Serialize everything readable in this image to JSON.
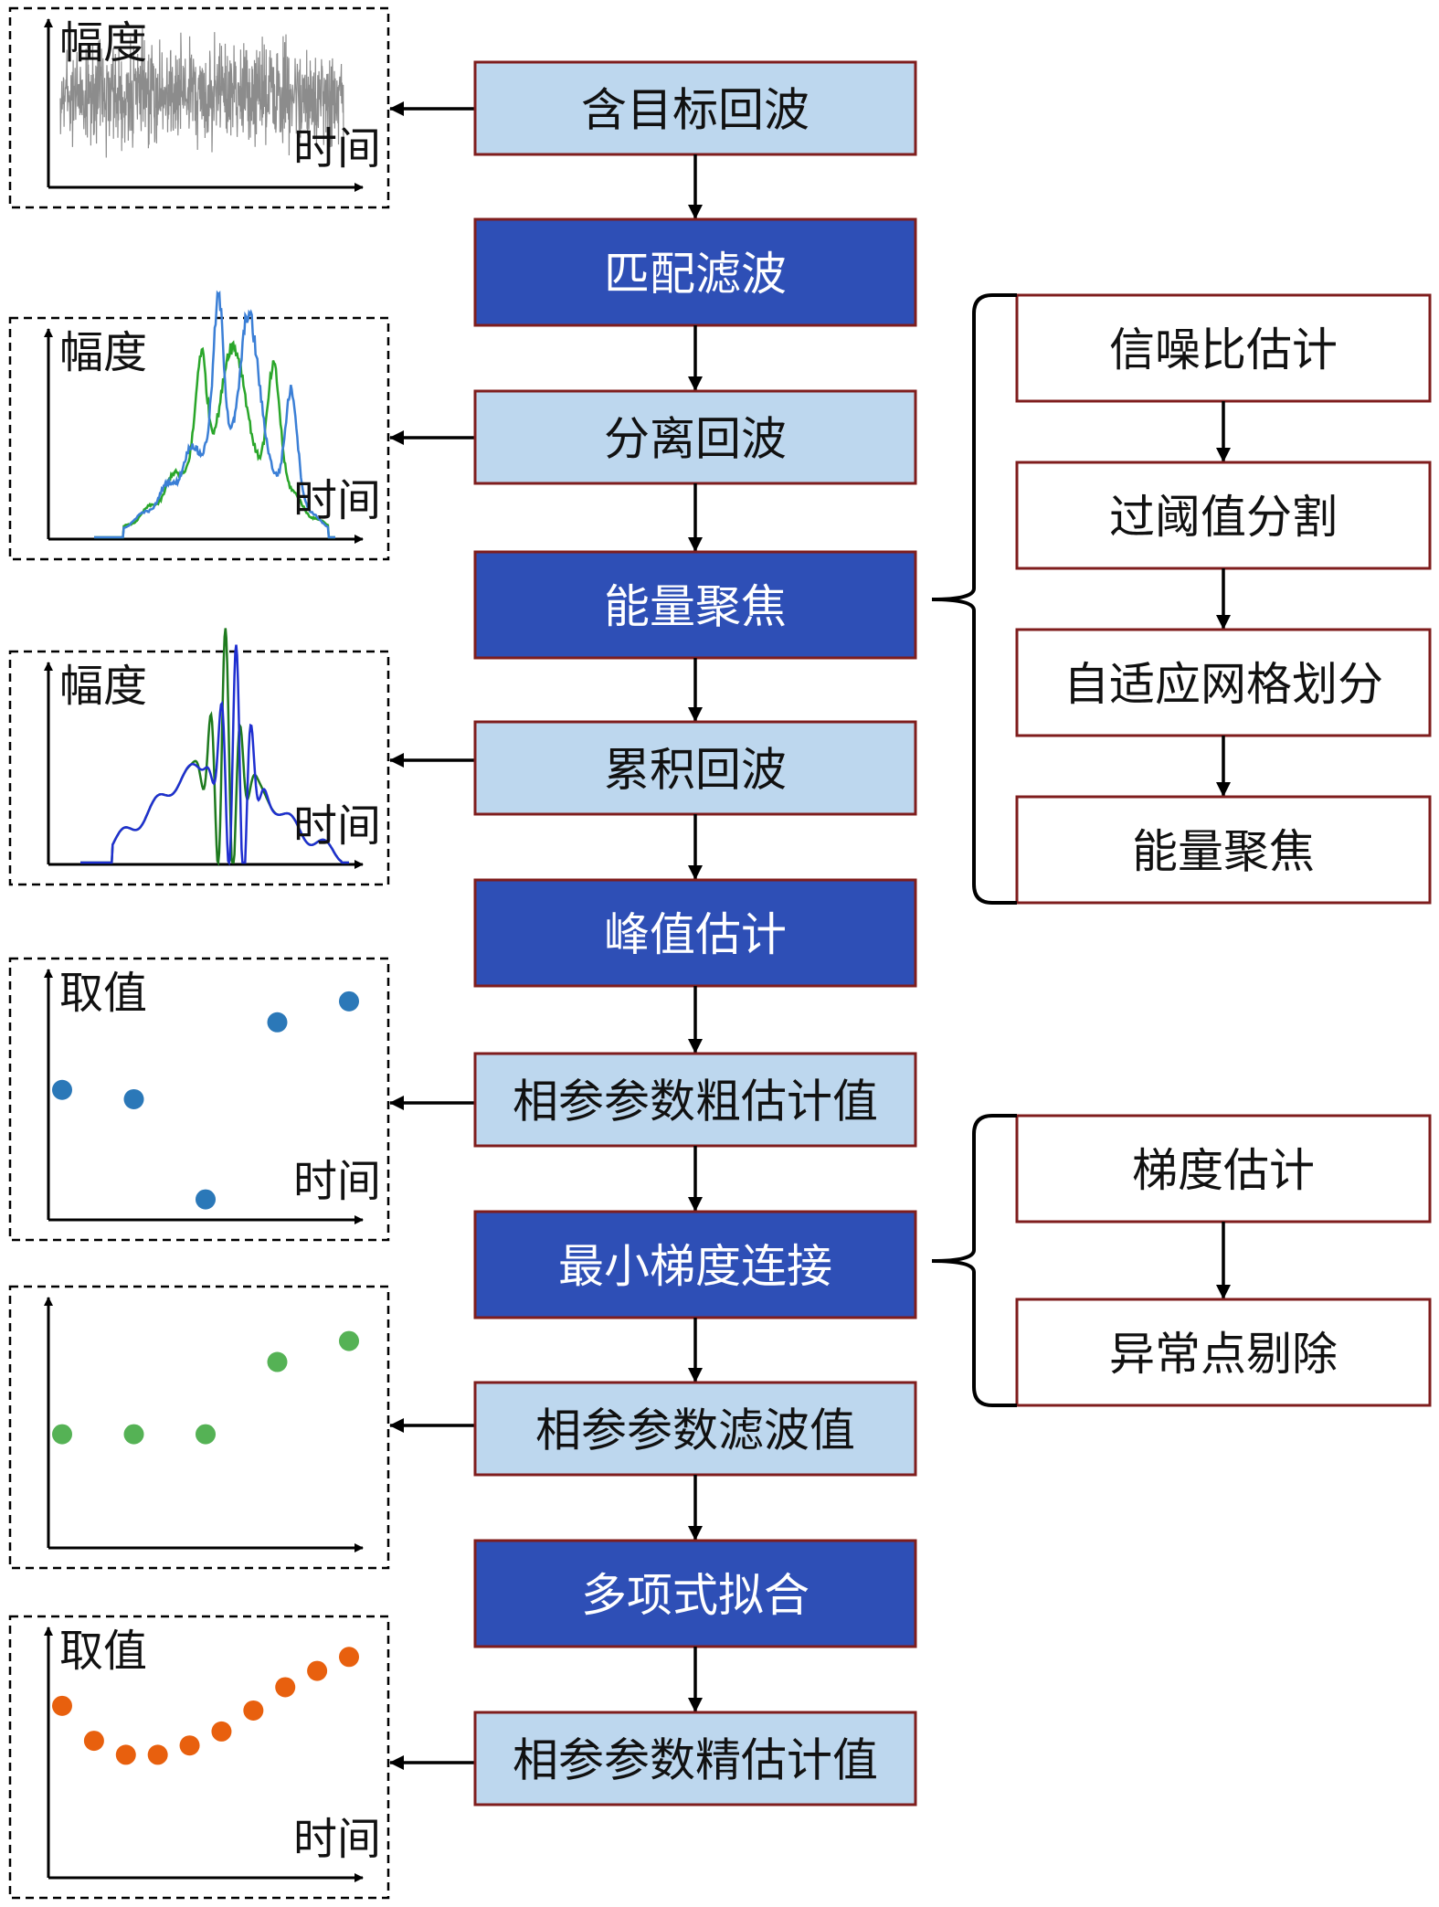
{
  "flow": {
    "steps": [
      {
        "id": "s1",
        "label": "含目标回波",
        "style": "light"
      },
      {
        "id": "s2",
        "label": "匹配滤波",
        "style": "dark"
      },
      {
        "id": "s3",
        "label": "分离回波",
        "style": "light"
      },
      {
        "id": "s4",
        "label": "能量聚焦",
        "style": "dark"
      },
      {
        "id": "s5",
        "label": "累积回波",
        "style": "light"
      },
      {
        "id": "s6",
        "label": "峰值估计",
        "style": "dark"
      },
      {
        "id": "s7",
        "label": "相参参数粗估计值",
        "style": "light"
      },
      {
        "id": "s8",
        "label": "最小梯度连接",
        "style": "dark"
      },
      {
        "id": "s9",
        "label": "相参参数滤波值",
        "style": "light"
      },
      {
        "id": "s10",
        "label": "多项式拟合",
        "style": "dark"
      },
      {
        "id": "s11",
        "label": "相参参数精估计值",
        "style": "light"
      }
    ]
  },
  "energy_focus_detail": {
    "parent": "s4",
    "items": [
      "信噪比估计",
      "过阈值分割",
      "自适应网格划分",
      "能量聚焦"
    ]
  },
  "min_gradient_detail": {
    "parent": "s8",
    "items": [
      "梯度估计",
      "异常点剔除"
    ]
  },
  "plots": [
    {
      "id": "p1",
      "linked_step": "s1",
      "kind": "noise",
      "ylabel": "幅度",
      "xlabel": "时间"
    },
    {
      "id": "p2",
      "linked_step": "s3",
      "kind": "echo",
      "ylabel": "幅度",
      "xlabel": "时间"
    },
    {
      "id": "p3",
      "linked_step": "s5",
      "kind": "peak",
      "ylabel": "幅度",
      "xlabel": "时间"
    },
    {
      "id": "p4",
      "linked_step": "s7",
      "kind": "scatter",
      "ylabel": "取值",
      "xlabel": "时间",
      "points": [
        [
          0,
          0.55
        ],
        [
          1,
          0.51
        ],
        [
          2,
          0.08
        ],
        [
          3,
          0.84
        ],
        [
          4,
          0.93
        ]
      ]
    },
    {
      "id": "p5",
      "linked_step": "s9",
      "kind": "scatter",
      "ylabel": "",
      "xlabel": "",
      "points": [
        [
          0,
          0.48
        ],
        [
          1,
          0.48
        ],
        [
          2,
          0.48
        ],
        [
          3,
          0.79
        ],
        [
          4,
          0.88
        ]
      ]
    },
    {
      "id": "p6",
      "linked_step": "s11",
      "kind": "scatter",
      "ylabel": "取值",
      "xlabel": "时间",
      "points": [
        [
          0,
          0.73
        ],
        [
          1,
          0.58
        ],
        [
          2,
          0.52
        ],
        [
          3,
          0.52
        ],
        [
          4,
          0.56
        ],
        [
          5,
          0.62
        ],
        [
          6,
          0.71
        ],
        [
          7,
          0.81
        ],
        [
          8,
          0.88
        ],
        [
          9,
          0.94
        ]
      ]
    }
  ],
  "colors": {
    "light_box": "#bdd7ee",
    "dark_box": "#2e4fb6",
    "box_border": "#7f1d1d",
    "noise": "#8c8c8c",
    "blue_trace": "#3b7fd6",
    "green_trace": "#2aa62a",
    "peak_blue": "#1f2fd0",
    "peak_green": "#1e7a1e",
    "scatter_1": "#2b78b8",
    "scatter_2": "#55b255",
    "scatter_3": "#e8600e"
  }
}
